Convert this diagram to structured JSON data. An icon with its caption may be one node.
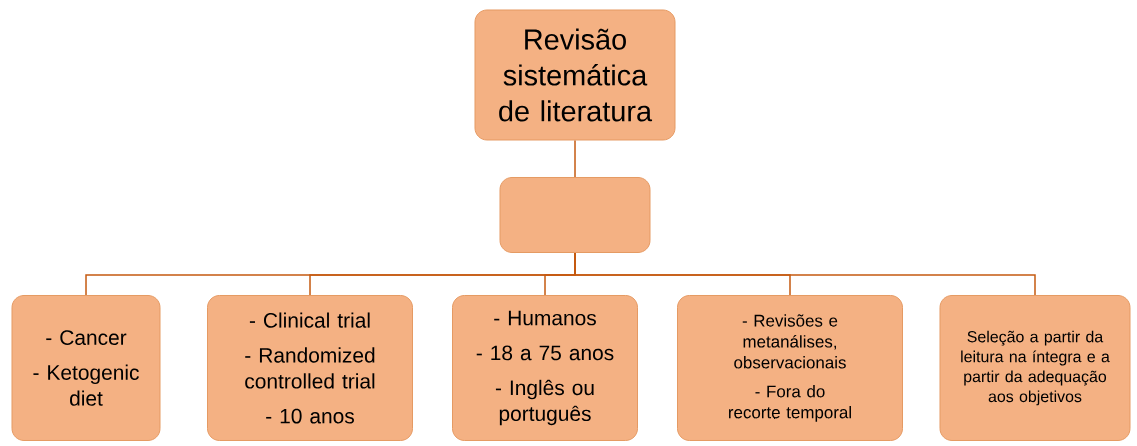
{
  "diagram": {
    "nodes": [
      {
        "text": [
          "Revisão sistemática de literatura"
        ]
      },
      {
        "text": [],
        "shape": "box"
      },
      {
        "text": [
          "- Cancer",
          "- Ketogenic diet"
        ]
      },
      {
        "text": [
          "- Clinical trial",
          "- Randomized controlled trial",
          "- 10 anos"
        ]
      },
      {
        "text": [
          "- Humanos",
          "- 18 a 75 anos",
          "- Inglês ou português"
        ]
      },
      {
        "text": [
          "- Revisões e metanálises, observacionais",
          "- Fora do recorte temporal"
        ]
      },
      {
        "text": [
          "Seleção a partir da leitura na íntegra e a partir da adequação aos objetivos"
        ]
      }
    ],
    "edges": [
      {
        "from": 0,
        "to": 1,
        "arrow": "none"
      },
      {
        "from": 1,
        "to": 2,
        "arrow": "none"
      },
      {
        "from": 1,
        "to": 3,
        "arrow": "none"
      },
      {
        "from": 1,
        "to": 4,
        "arrow": "none"
      },
      {
        "from": 1,
        "to": 5,
        "arrow": "none"
      },
      {
        "from": 1,
        "to": 6,
        "arrow": "none"
      }
    ]
  }
}
